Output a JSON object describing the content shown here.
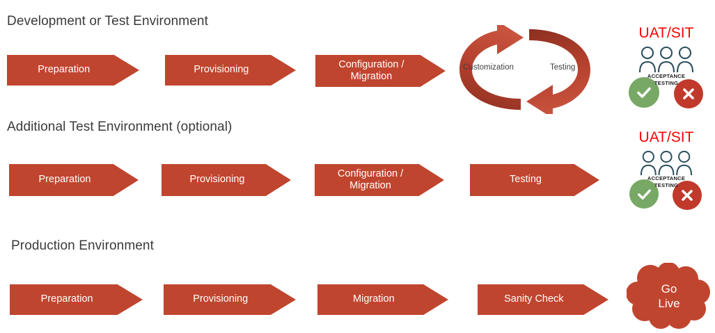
{
  "diagram": {
    "title_color": "#3a3a3a",
    "arrow_color": "#c0452f",
    "uat_color": "#ff0000",
    "ok_color": "#78a865",
    "no_color": "#c0392b",
    "person_color": "#2c4f5e"
  },
  "rows": [
    {
      "title": "Development or Test Environment",
      "steps": [
        {
          "label": "Preparation"
        },
        {
          "label": "Provisioning"
        },
        {
          "label": "Configuration /\nMigration"
        }
      ],
      "cycle": {
        "left_label": "Customization",
        "right_label": "Testing"
      },
      "outcome": {
        "kind": "uat",
        "title": "UAT/SIT",
        "caption": "ACCEPTANCE\nTESTING",
        "ok_icon": "check-icon",
        "no_icon": "cross-icon"
      }
    },
    {
      "title": "Additional Test Environment (optional)",
      "steps": [
        {
          "label": "Preparation"
        },
        {
          "label": "Provisioning"
        },
        {
          "label": "Configuration /\nMigration"
        },
        {
          "label": "Testing"
        }
      ],
      "outcome": {
        "kind": "uat",
        "title": "UAT/SIT",
        "caption": "ACCEPTANCE\nTESTING",
        "ok_icon": "check-icon",
        "no_icon": "cross-icon"
      }
    },
    {
      "title": "Production Environment",
      "steps": [
        {
          "label": "Preparation"
        },
        {
          "label": "Provisioning"
        },
        {
          "label": "Migration"
        },
        {
          "label": "Sanity Check"
        }
      ],
      "outcome": {
        "kind": "cloud",
        "label": "Go\nLive"
      }
    }
  ]
}
